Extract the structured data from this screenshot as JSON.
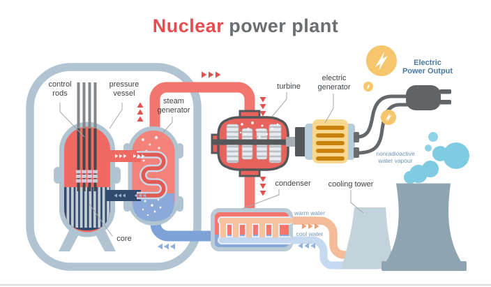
{
  "title": {
    "highlight": "Nuclear",
    "rest": "power plant"
  },
  "labels": {
    "control_rods": [
      "control",
      "rods"
    ],
    "pressure_vessel": [
      "pressure",
      "vessel"
    ],
    "steam_generator": [
      "steam",
      "generator"
    ],
    "core": "core",
    "turbine": "turbine",
    "electric_generator": [
      "electric",
      "generator"
    ],
    "condenser": "condenser",
    "cooling_tower": "cooling tower",
    "warm_water": "warm water",
    "cool_water": "cool water",
    "water_vapour": [
      "nonradioactive",
      "water vapour"
    ],
    "power_output": [
      "Electric",
      "Power Output"
    ]
  },
  "icons": {
    "lightning_icon": "lightning-bolt-in-circle",
    "plug_icon": "two-prong-power-plug",
    "flow_up_arrow": "▲",
    "flow_down_arrow": "▼",
    "flow_left_arrow": "◀",
    "flow_right_arrow": "▶"
  },
  "colors": {
    "accent_red": "#e84b50",
    "title_gray": "#6b6e70",
    "outline_blue_gray": "#b0c4d1",
    "hot_steam_pipe": "#f3766e",
    "primary_cold": "#324a6d",
    "feedwater_blue": "#7da2d8",
    "steam_generator_blue": "#8caad9",
    "turbine_red": "#e8635c",
    "generator_yellow": "#f8d78f",
    "generator_bars": "#c9830d",
    "lightning_yellow": "#f6c56c",
    "plug_gray": "#606467",
    "tower_front": "#8ea4b0",
    "tower_back": "#c3d2db",
    "vapour_blue": "#7ecbe2",
    "warm_water": "#f3bb97",
    "cool_water": "#c5d9f1",
    "label_dark": "#3e4347",
    "label_blue": "#6f94b8",
    "power_text_blue": "#4a7aa4"
  }
}
